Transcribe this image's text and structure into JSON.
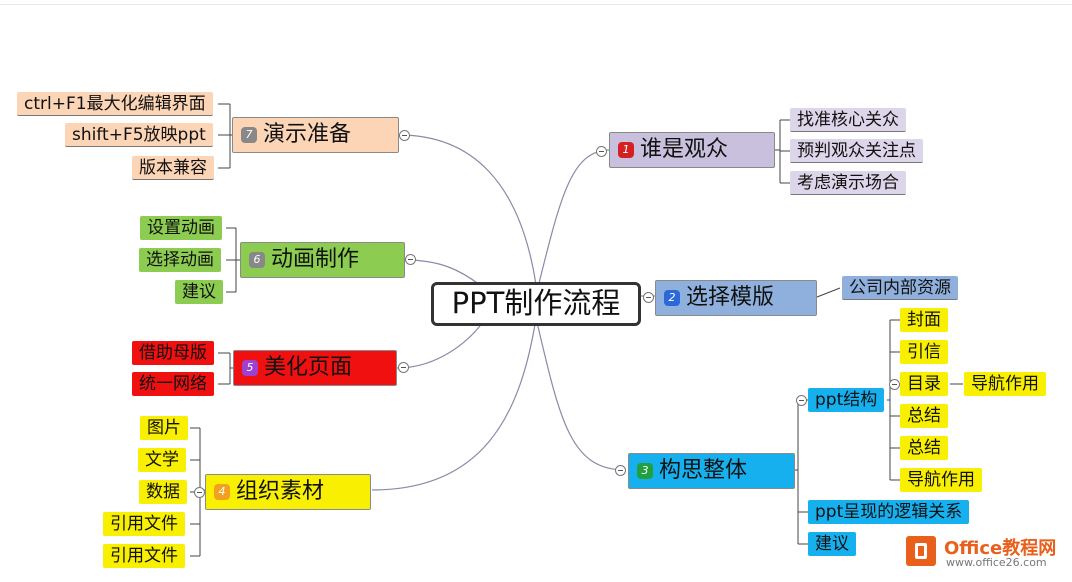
{
  "center": "PPT制作流程",
  "branches": [
    {
      "num": "1",
      "title": "谁是观众",
      "color": "#c8c0dc",
      "badge": "#d32020",
      "items": [
        "找准核心关众",
        "预判观众关注点",
        "考虑演示场合"
      ]
    },
    {
      "num": "2",
      "title": "选择模版",
      "color": "#8fb0dd",
      "badge": "#2a6ad8",
      "items": [
        "公司内部资源"
      ]
    },
    {
      "num": "3",
      "title": "构思整体",
      "color": "#17b0ef",
      "badge": "#22a040",
      "items": [
        "ppt结构",
        "ppt呈现的逻辑关系",
        "建议"
      ],
      "ppt_structure": [
        "封面",
        "引信",
        "目录",
        "总结",
        "总结",
        "导航作用"
      ],
      "catalog_child": "导航作用"
    },
    {
      "num": "4",
      "title": "组织素材",
      "color": "#f8f000",
      "badge": "#f2a020",
      "items": [
        "图片",
        "文学",
        "数据",
        "引用文件",
        "引用文件"
      ]
    },
    {
      "num": "5",
      "title": "美化页面",
      "color": "#f01010",
      "badge": "#a040d0",
      "items": [
        "借助母版",
        "统一网络"
      ]
    },
    {
      "num": "6",
      "title": "动画制作",
      "color": "#8ccc50",
      "badge": "#888888",
      "items": [
        "设置动画",
        "选择动画",
        "建议"
      ]
    },
    {
      "num": "7",
      "title": "演示准备",
      "color": "#fbd5b5",
      "badge": "#888888",
      "items": [
        "ctrl+F1最大化编辑界面",
        "shift+F5放映ppt",
        "版本兼容"
      ]
    }
  ],
  "watermark": {
    "title": "Office教程网",
    "url": "www.office26.com"
  }
}
